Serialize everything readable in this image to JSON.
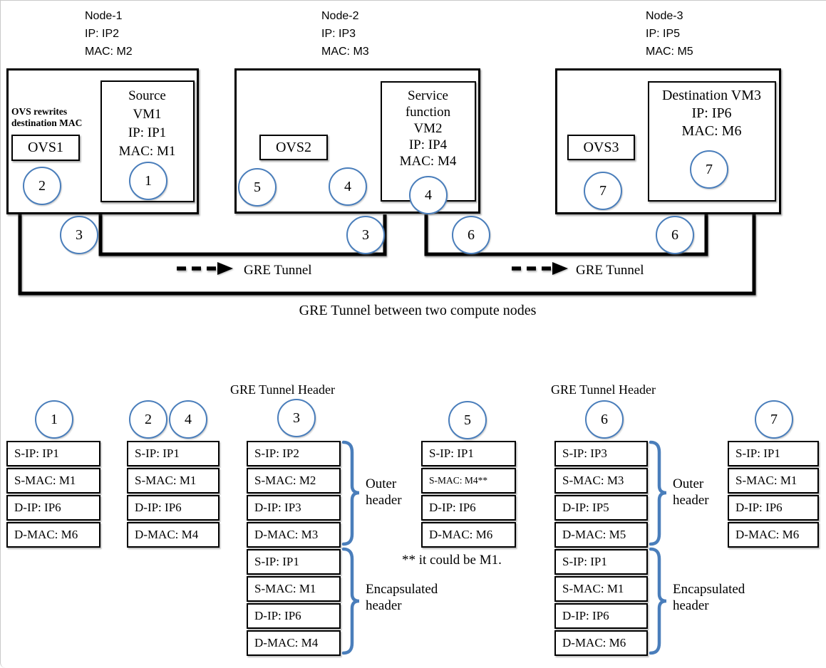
{
  "colors": {
    "circle_blue": "#4a7ebb",
    "brace_blue": "#4a7ebb",
    "line_black": "#000000"
  },
  "nodes": [
    {
      "name": "Node-1",
      "ip": "IP: IP2",
      "mac": "MAC: M2",
      "ovs_label": "OVS1",
      "annotation_line1": "OVS rewrites",
      "annotation_line2": "destination MAC",
      "vm_lines": [
        "Source",
        "VM1",
        "IP: IP1",
        "MAC: M1"
      ]
    },
    {
      "name": "Node-2",
      "ip": "IP: IP3",
      "mac": "MAC: M3",
      "ovs_label": "OVS2",
      "vm_lines": [
        "Service",
        "function",
        "VM2",
        "IP: IP4",
        "MAC: M4"
      ]
    },
    {
      "name": "Node-3",
      "ip": "IP: IP5",
      "mac": "MAC: M5",
      "ovs_label": "OVS3",
      "vm_lines": [
        "Destination VM3",
        "IP: IP6",
        "MAC: M6"
      ]
    }
  ],
  "steps": {
    "vm1": "1",
    "ovs1": "2",
    "tunnel1_left": "3",
    "tunnel1_right": "3",
    "ovs2_left": "5",
    "ovs2_right": "4",
    "vm2": "4",
    "tunnel2_left": "6",
    "tunnel2_right": "6",
    "ovs3": "7",
    "vm3": "7"
  },
  "gre": {
    "tunnel1_label": "GRE Tunnel",
    "tunnel2_label": "GRE Tunnel",
    "bottom_label": "GRE Tunnel between two compute nodes"
  },
  "packet_tables": [
    {
      "badges": [
        "1"
      ],
      "rows": [
        "S-IP: IP1",
        "S-MAC: M1",
        "D-IP: IP6",
        "D-MAC: M6"
      ]
    },
    {
      "badges": [
        "2",
        "4"
      ],
      "rows": [
        "S-IP: IP1",
        "S-MAC: M1",
        "D-IP: IP6",
        "D-MAC: M4"
      ]
    },
    {
      "title": "GRE Tunnel Header",
      "badges": [
        "3"
      ],
      "rows": [
        "S-IP: IP2",
        "S-MAC: M2",
        "D-IP: IP3",
        "D-MAC: M3",
        "S-IP: IP1",
        "S-MAC: M1",
        "D-IP: IP6",
        "D-MAC: M4"
      ],
      "outer_label": "Outer header",
      "encap_label": "Encapsulated header"
    },
    {
      "badges": [
        "5"
      ],
      "rows": [
        "S-IP: IP1",
        "S-MAC: M4**",
        "D-IP: IP6",
        "D-MAC: M6"
      ],
      "footnote": "** it could be M1."
    },
    {
      "title": "GRE Tunnel Header",
      "badges": [
        "6"
      ],
      "rows": [
        "S-IP: IP3",
        "S-MAC: M3",
        "D-IP: IP5",
        "D-MAC: M5",
        "S-IP: IP1",
        "S-MAC: M1",
        "D-IP: IP6",
        "D-MAC: M6"
      ],
      "outer_label": "Outer header",
      "encap_label": "Encapsulated header"
    },
    {
      "badges": [
        "7"
      ],
      "rows": [
        "S-IP: IP1",
        "S-MAC: M1",
        "D-IP: IP6",
        "D-MAC: M6"
      ]
    }
  ]
}
